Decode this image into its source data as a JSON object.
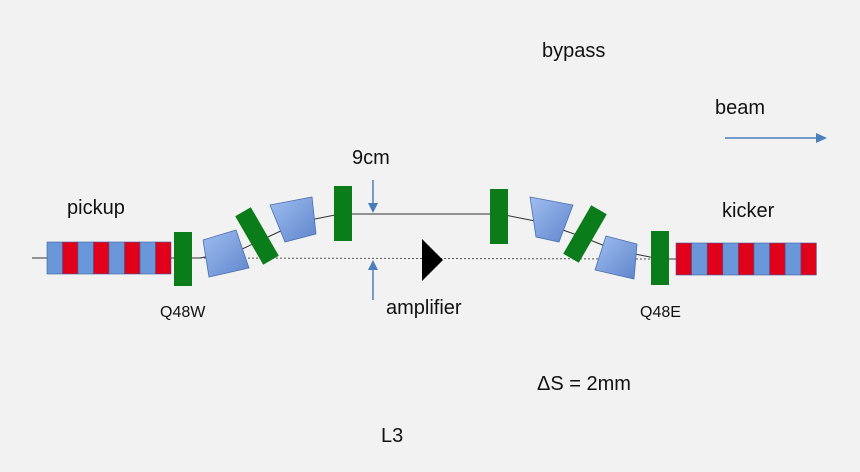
{
  "labels": {
    "bypass": "bypass",
    "beam": "beam",
    "offset": "9cm",
    "pickup": "pickup",
    "kicker": "kicker",
    "quad_west": "Q48W",
    "quad_east": "Q48E",
    "amplifier": "amplifier",
    "delta_s": "ΔS = 2mm",
    "section": "L3"
  },
  "elements": {
    "pickup_segments": [
      "blue",
      "red",
      "blue",
      "red",
      "blue",
      "red",
      "blue",
      "red"
    ],
    "kicker_segments": [
      "red",
      "blue",
      "red",
      "blue",
      "red",
      "blue",
      "red",
      "blue",
      "red"
    ]
  },
  "colors": {
    "background": "#f2f2f2",
    "segment_blue": "#6a97da",
    "segment_red": "#e1001a",
    "quad_green": "#0a7d1a",
    "dipole_blue": "#7ba0dd",
    "arrow": "#4a7ebd",
    "beamline": "#333333"
  }
}
